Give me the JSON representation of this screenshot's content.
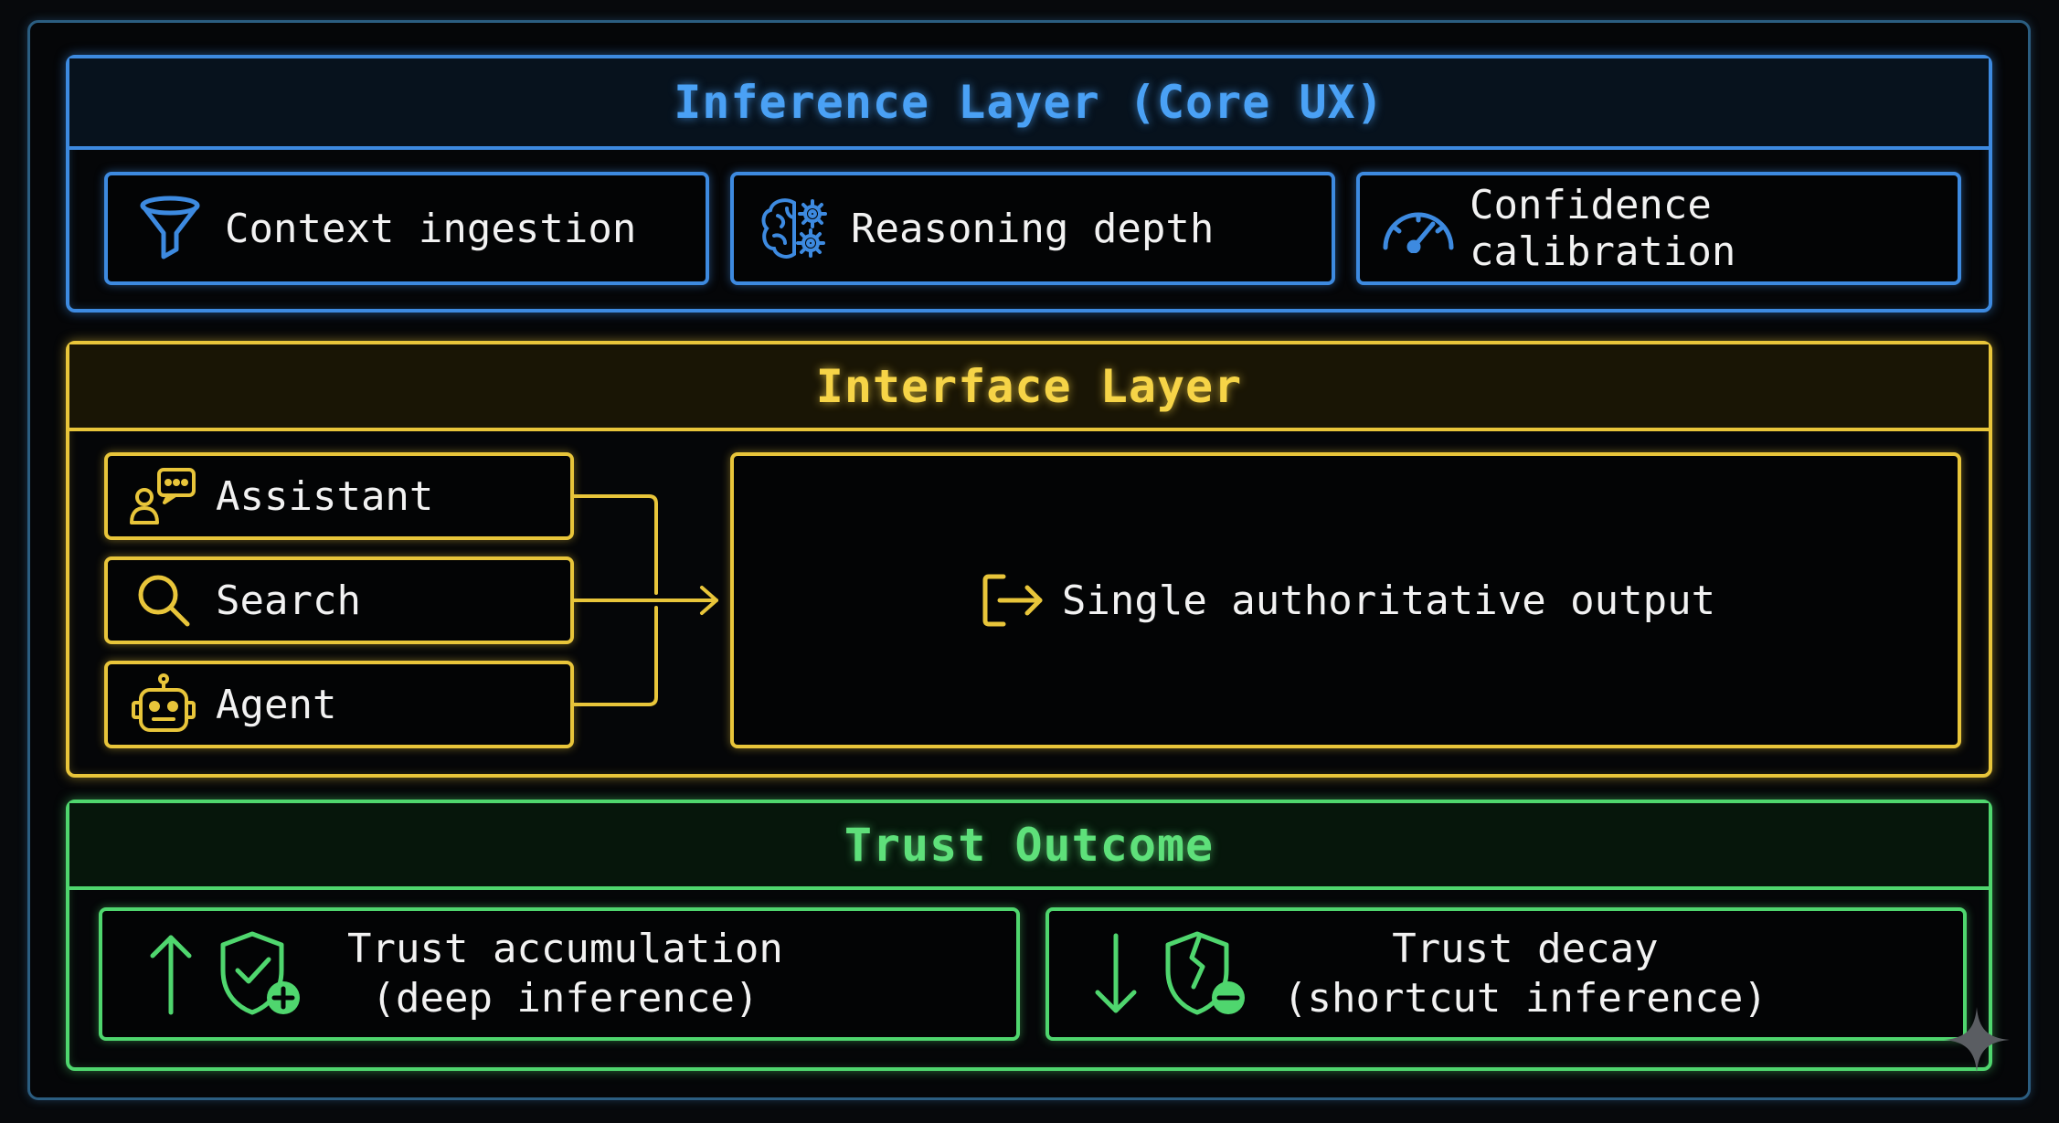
{
  "colors": {
    "inference": "#3d8ae0",
    "interface": "#e8c53a",
    "trust": "#4fd66e",
    "text": "#f2f2f2",
    "background": "#050608"
  },
  "inference_layer": {
    "title": "Inference Layer (Core UX)",
    "items": [
      {
        "icon": "funnel-icon",
        "label": "Context ingestion"
      },
      {
        "icon": "brain-gears-icon",
        "label": "Reasoning depth"
      },
      {
        "icon": "speedometer-icon",
        "label": "Confidence calibration"
      }
    ]
  },
  "interface_layer": {
    "title": "Interface Layer",
    "inputs": [
      {
        "icon": "chat-person-icon",
        "label": "Assistant"
      },
      {
        "icon": "search-icon",
        "label": "Search"
      },
      {
        "icon": "robot-icon",
        "label": "Agent"
      }
    ],
    "output": {
      "icon": "exit-arrow-icon",
      "label": "Single authoritative output"
    }
  },
  "trust_outcome": {
    "title": "Trust Outcome",
    "items": [
      {
        "icons": [
          "arrow-up-icon",
          "shield-plus-icon"
        ],
        "line1": "Trust accumulation",
        "line2": "(deep inference)"
      },
      {
        "icons": [
          "arrow-down-icon",
          "shield-broken-minus-icon"
        ],
        "line1": "Trust decay",
        "line2": "(shortcut inference)"
      }
    ]
  }
}
